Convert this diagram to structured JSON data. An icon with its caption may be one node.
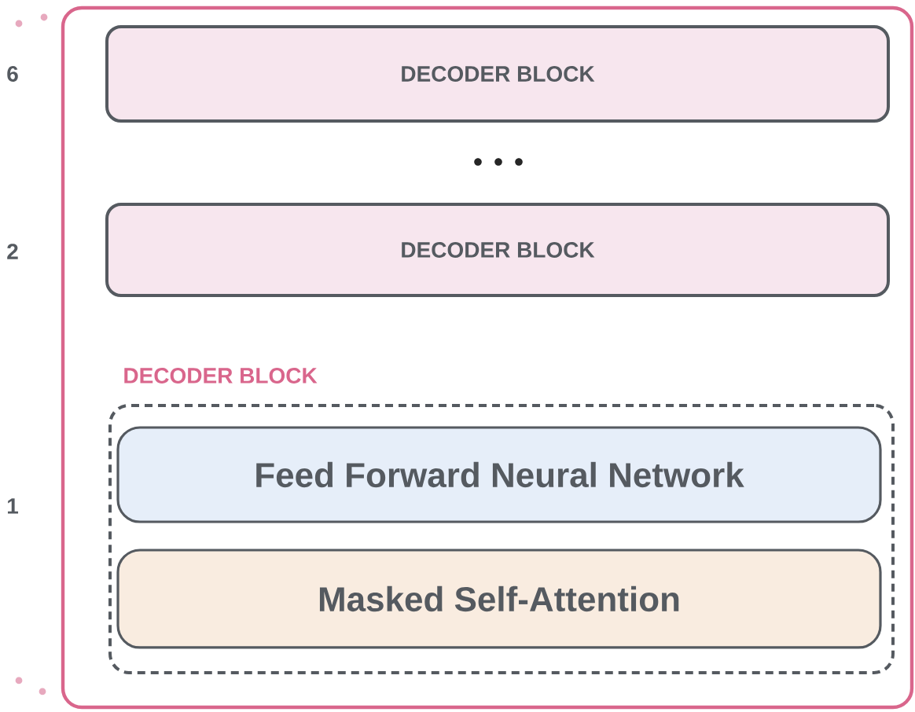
{
  "diagram": {
    "nodes": [
      {
        "text": [],
        "shape": "box"
      },
      {
        "text": [
          "DECODER BLOCK"
        ],
        "in": 0
      },
      {
        "text": [
          "DECODER BLOCK"
        ],
        "in": 0
      },
      {
        "text": [
          "DECODER BLOCK"
        ],
        "in": 0
      },
      {
        "text": [
          "Feed Forward Neural Network"
        ],
        "in": 3
      },
      {
        "text": [
          "Masked Self-Attention"
        ],
        "in": 3
      }
    ],
    "labels": [
      "6",
      "2",
      "1"
    ]
  }
}
